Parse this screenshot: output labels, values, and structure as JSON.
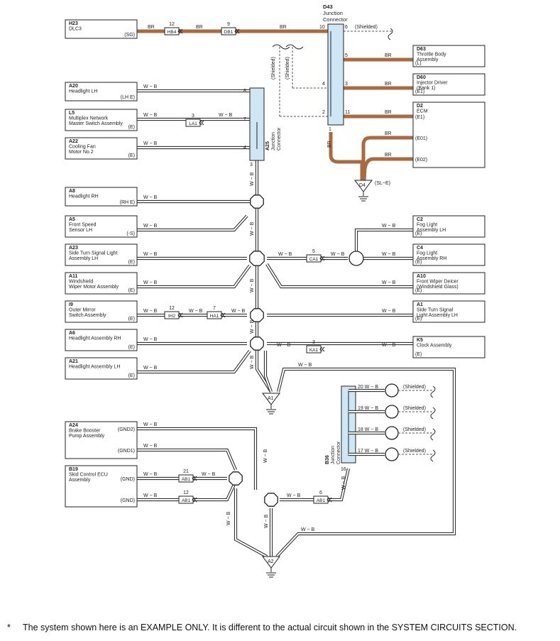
{
  "colors": {
    "br_wire": "#a86a3e",
    "junction_fill": "#cfe6f4",
    "wb_wire": "#333333"
  },
  "components": [
    {
      "key": "h23",
      "code": "H23",
      "lines": [
        "DLC3"
      ],
      "pin": "(SG)"
    },
    {
      "key": "d63",
      "code": "D63",
      "lines": [
        "Throttle Body",
        "Assembly"
      ],
      "pin": "(L)"
    },
    {
      "key": "d60",
      "code": "D60",
      "lines": [
        "Injector Driver",
        "(Bank 1)"
      ],
      "pin": "(E1)"
    },
    {
      "key": "d2",
      "code": "D2",
      "lines": [
        "ECM"
      ],
      "pin": "(E1)",
      "pin2": "(E01)",
      "pin3": "(E02)"
    },
    {
      "key": "a20",
      "code": "A20",
      "lines": [
        "Headlight LH"
      ],
      "pin": "(LH E)"
    },
    {
      "key": "l5",
      "code": "L5",
      "lines": [
        "Multiplex Network",
        "Master Switch Assembly"
      ],
      "pin": "(E)"
    },
    {
      "key": "a22",
      "code": "A22",
      "lines": [
        "Cooling Fan",
        "Motor No.2"
      ],
      "pin": "(E)"
    },
    {
      "key": "a8",
      "code": "A8",
      "lines": [
        "Headlight RH"
      ],
      "pin": "(RH E)"
    },
    {
      "key": "a5",
      "code": "A5",
      "lines": [
        "Front Speed",
        "Sensor LH"
      ],
      "pin": "(-S)"
    },
    {
      "key": "a23",
      "code": "A23",
      "lines": [
        "Side Turn Signal Light",
        "Assembly LH"
      ],
      "pin": "(E)"
    },
    {
      "key": "a11",
      "code": "A11",
      "lines": [
        "Windshield",
        "Wiper Motor Assembly"
      ],
      "pin": "(E)"
    },
    {
      "key": "i9",
      "code": "I9",
      "lines": [
        "Outer Mirror",
        "Switch Assembly"
      ],
      "pin": "(E)"
    },
    {
      "key": "a6",
      "code": "A6",
      "lines": [
        "Headlight Assembly RH"
      ],
      "pin": "(E)"
    },
    {
      "key": "a21",
      "code": "A21",
      "lines": [
        "Headlight Assembly LH"
      ],
      "pin": "(E)"
    },
    {
      "key": "c2",
      "code": "C2",
      "lines": [
        "Fog Light",
        "Assembly LH"
      ],
      "pin": "(E)"
    },
    {
      "key": "c4",
      "code": "C4",
      "lines": [
        "Fog Light",
        "Assembly RH"
      ],
      "pin": "(E)"
    },
    {
      "key": "a10",
      "code": "A10",
      "lines": [
        "Front Wiper Deicer",
        "(Windshield Glass)"
      ],
      "pin": "(E)"
    },
    {
      "key": "a1",
      "code": "A1",
      "lines": [
        "Side Turn Signal",
        "Light Assembly LH"
      ],
      "pin": "(E)"
    },
    {
      "key": "k5",
      "code": "K5",
      "lines": [
        "Clock Assembly"
      ],
      "pin": "(E)"
    },
    {
      "key": "a24",
      "code": "A24",
      "lines": [
        "Brake Booster",
        "Pump Assembly"
      ],
      "pin": "(GND2)",
      "pin2": "(GND1)"
    },
    {
      "key": "b19",
      "code": "B19",
      "lines": [
        "Skid Control ECU",
        "Assembly"
      ],
      "pin": "(GND)",
      "pin2": "(GND)"
    }
  ],
  "junctions": {
    "d43": {
      "code": "D43",
      "lines": [
        "Junction",
        "Connector"
      ]
    },
    "a25": {
      "code": "A25",
      "lines": [
        "Junction",
        "Connector"
      ]
    },
    "b36": {
      "code": "B36",
      "lines": [
        "Junction",
        "Connector"
      ]
    }
  },
  "grounds": {
    "d4": "D4",
    "d4_pin": "(SL−E)",
    "a1": "A1",
    "a2": "A2"
  },
  "inline_connectors": [
    {
      "key": "hb4",
      "code": "HB4",
      "pin": "12"
    },
    {
      "key": "db1",
      "code": "DB1",
      "pin": "9"
    },
    {
      "key": "la1",
      "code": "LA1",
      "pin": "3"
    },
    {
      "key": "ca1",
      "code": "CA1",
      "pin": "5"
    },
    {
      "key": "ih2",
      "code": "IH2",
      "pin": "12"
    },
    {
      "key": "ha1",
      "code": "HA1",
      "pin": "7"
    },
    {
      "key": "ka1",
      "code": "KA1",
      "pin": "3"
    },
    {
      "key": "ab1a",
      "code": "AB1",
      "pin": "21"
    },
    {
      "key": "ab1b",
      "code": "AB1",
      "pin": "12"
    },
    {
      "key": "ab1c",
      "code": "AB1",
      "pin": "6"
    }
  ],
  "pins": {
    "d43_10": "10",
    "d43_6": "6",
    "d43_5": "5",
    "d43_4": "4",
    "d43_3": "3",
    "d43_2": "2",
    "d43_11": "11",
    "d43_1": "1",
    "a25_8": "8",
    "a25_7": "7",
    "a25_4": "4",
    "a25_3": "3",
    "b36_16": "16"
  },
  "wire_labels": {
    "br": "BR",
    "wb": "W − B",
    "shielded": "(Shielded)",
    "b36_20": "20 W − B",
    "b36_19": "19 W − B",
    "b36_18": "18 W − B",
    "b36_17": "17 W − B"
  },
  "footnote": {
    "marker": "*",
    "text": "The system shown here is an EXAMPLE ONLY. It is different to the actual circuit shown in the SYSTEM CIRCUITS SECTION."
  }
}
